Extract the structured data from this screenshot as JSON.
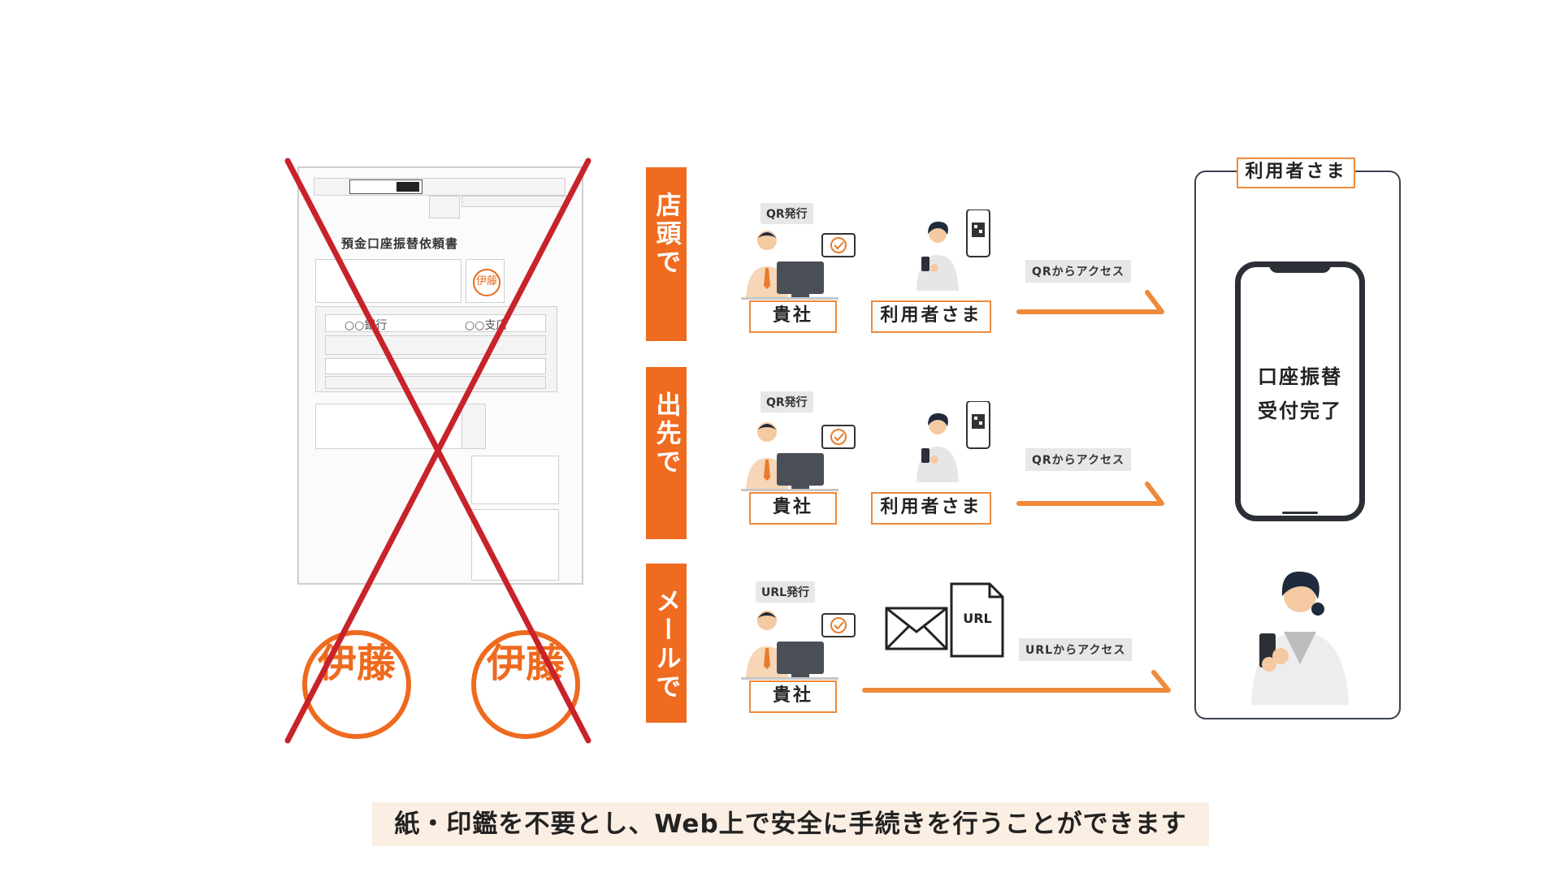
{
  "form": {
    "title": "預金口座振替依頼書",
    "bank_label": "○○銀行",
    "branch_label": "○○支店",
    "small_seal": "伊藤",
    "seal_left": "伊藤",
    "seal_right": "伊藤"
  },
  "methods": [
    {
      "tab": "店頭で",
      "issue_tag": "QR発行",
      "company": "貴社",
      "user": "利用者さま",
      "access": "QRからアクセス"
    },
    {
      "tab": "出先で",
      "issue_tag": "QR発行",
      "company": "貴社",
      "user": "利用者さま",
      "access": "QRからアクセス"
    },
    {
      "tab": "メールで",
      "issue_tag": "URL発行",
      "company": "貴社",
      "url_doc": "URL",
      "access": "URLからアクセス"
    }
  ],
  "panel": {
    "title": "利用者さま",
    "phone_line1": "口座振替",
    "phone_line2": "受付完了"
  },
  "caption": "紙・印鑑を不要とし、Web上で安全に手続きを行うことができます",
  "colors": {
    "accent_orange": "#ef6b1f",
    "cross_red": "#c8232b",
    "caption_bg": "#fbeee3"
  },
  "icons": [
    "laptop-check-icon",
    "businessman-icon",
    "woman-phone-icon",
    "qr-phone-icon",
    "envelope-icon",
    "document-icon"
  ]
}
